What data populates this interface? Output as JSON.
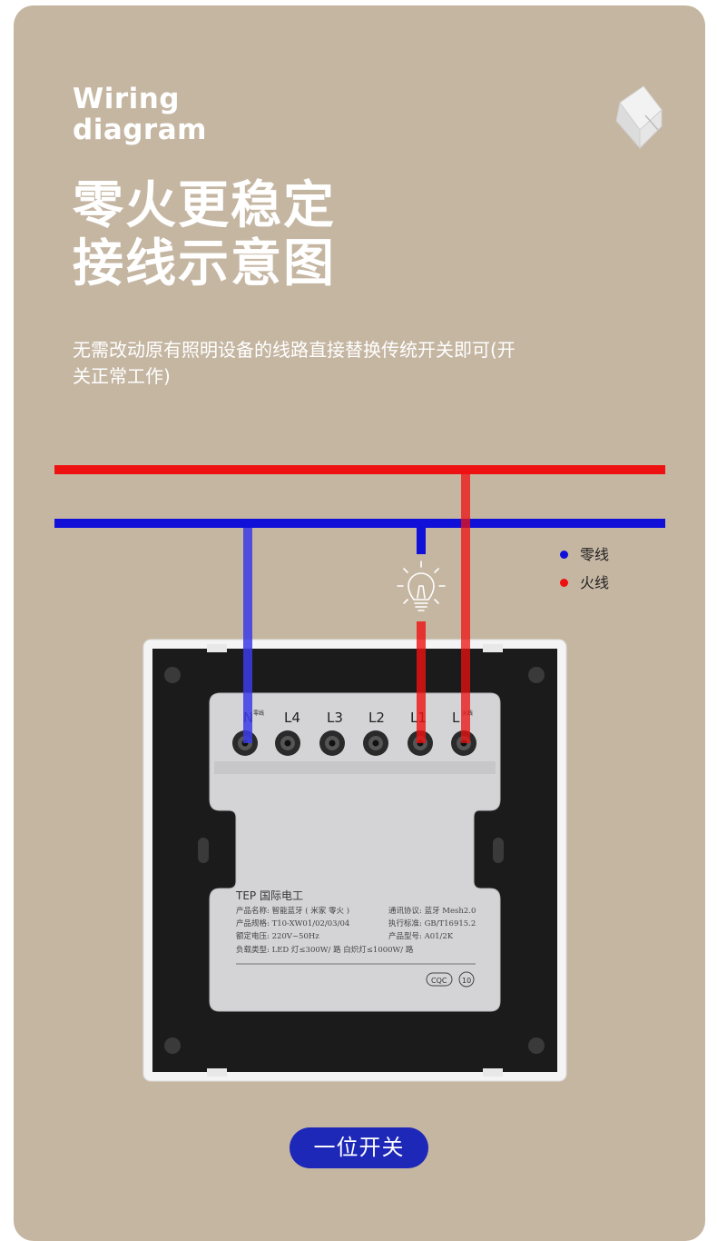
{
  "header": {
    "en_title_line1": "Wiring",
    "en_title_line2": "diagram",
    "cn_title_line1": "零火更稳定",
    "cn_title_line2": "接线示意图",
    "description": "无需改动原有照明设备的线路直接替换传统开关即可(开关正常工作)"
  },
  "legend": {
    "neutral_label": "零线",
    "live_label": "火线"
  },
  "terminals": {
    "n": "N",
    "n_small": "零线",
    "l4": "L4",
    "l3": "L3",
    "l2": "L2",
    "l1": "L1",
    "l": "L",
    "l_small": "火线"
  },
  "module_label": {
    "brand": "TEP 国际电工",
    "left_lines": [
      "产品名称: 智能蓝牙 ( 米家 零火 )",
      "产品规格: T10-XW01/02/03/04",
      "额定电压: 220V~50Hz",
      "负载类型: LED 灯≤300W/ 路  白炽灯≤1000W/ 路"
    ],
    "right_lines": [
      "通讯协议: 蓝牙 Mesh2.0",
      "执行标准: GB/T16915.2",
      "产品型号: A01/2K"
    ],
    "cert_cqc": "CQC",
    "cert_10": "10"
  },
  "footer": {
    "pill_label": "一位开关"
  },
  "colors": {
    "background": "#c5b6a2",
    "neutral_wire": "#1010d8",
    "live_wire": "#ee1111",
    "pill": "#1d27b8"
  }
}
